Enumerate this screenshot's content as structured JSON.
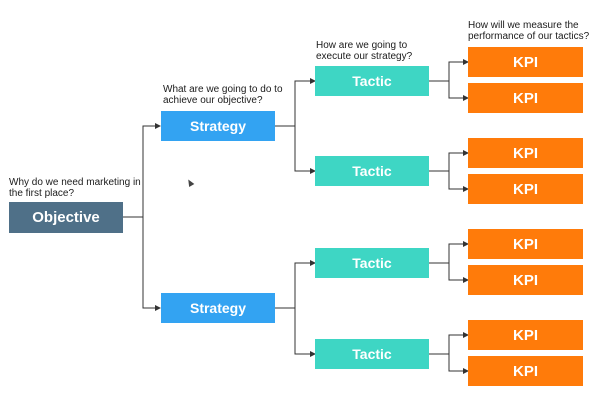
{
  "questions": {
    "objective": "Why do we need marketing in the first place?",
    "strategy": "What are we going to do to achieve our objective?",
    "tactic": "How are we going to execute our strategy?",
    "kpi": "How will we measure the performance of our tactics?"
  },
  "nodes": {
    "objective": "Objective",
    "strategies": [
      {
        "label": "Strategy",
        "tactics": [
          {
            "label": "Tactic",
            "kpis": [
              "KPI",
              "KPI"
            ]
          },
          {
            "label": "Tactic",
            "kpis": [
              "KPI",
              "KPI"
            ]
          }
        ]
      },
      {
        "label": "Strategy",
        "tactics": [
          {
            "label": "Tactic",
            "kpis": [
              "KPI",
              "KPI"
            ]
          },
          {
            "label": "Tactic",
            "kpis": [
              "KPI",
              "KPI"
            ]
          }
        ]
      }
    ]
  },
  "colors": {
    "objective": "#4f7088",
    "strategy": "#33a3f2",
    "tactic": "#3ed6c4",
    "kpi": "#ff7b0a",
    "connector": "#333333"
  }
}
